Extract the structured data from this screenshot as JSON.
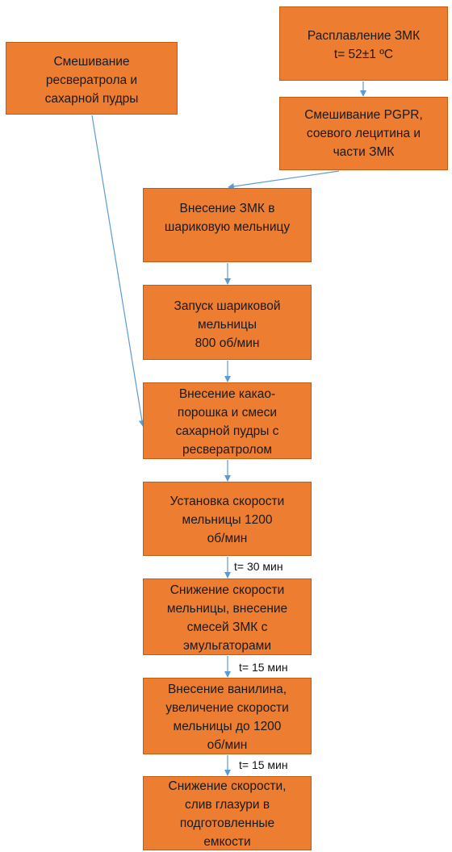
{
  "steps": {
    "melt": {
      "lines": [
        "Расплавление ЗМК",
        "t= 52±1 ºC"
      ]
    },
    "mix_res": {
      "lines": [
        "Смешивание",
        "ресвератрола и",
        "сахарной пудры"
      ]
    },
    "mix_pgpr": {
      "lines": [
        "Смешивание PGPR,",
        "соевого лецитина и",
        "части ЗМК"
      ]
    },
    "add_zmk": {
      "lines": [
        "Внесение ЗМК в",
        "шариковую мельницу"
      ]
    },
    "start_mill": {
      "lines": [
        "Запуск шариковой",
        "мельницы",
        "800 об/мин"
      ]
    },
    "add_cocoa": {
      "lines": [
        "Внесение какао-",
        "порошка и смеси",
        "сахарной пудры с",
        "ресвератролом"
      ]
    },
    "set_speed": {
      "lines": [
        "Установка скорости",
        "мельницы 1200",
        "об/мин"
      ]
    },
    "reduce_speed": {
      "lines": [
        "Снижение скорости",
        "мельницы, внесение",
        "смесей ЗМК с",
        "эмульгаторами"
      ]
    },
    "add_vanillin": {
      "lines": [
        "Внесение ванилина,",
        "увеличение скорости",
        "мельницы до 1200",
        "об/мин"
      ]
    },
    "drain": {
      "lines": [
        "Снижение скорости,",
        "слив глазури в",
        "подготовленные",
        "емкости"
      ]
    }
  },
  "timings": {
    "t1": "t= 30 мин",
    "t2": "t= 15 мин",
    "t3": "t= 15 мин"
  },
  "colors": {
    "box_fill": "#ED7D31",
    "box_border": "#C55A11",
    "arrow": "#5B9BD5"
  }
}
